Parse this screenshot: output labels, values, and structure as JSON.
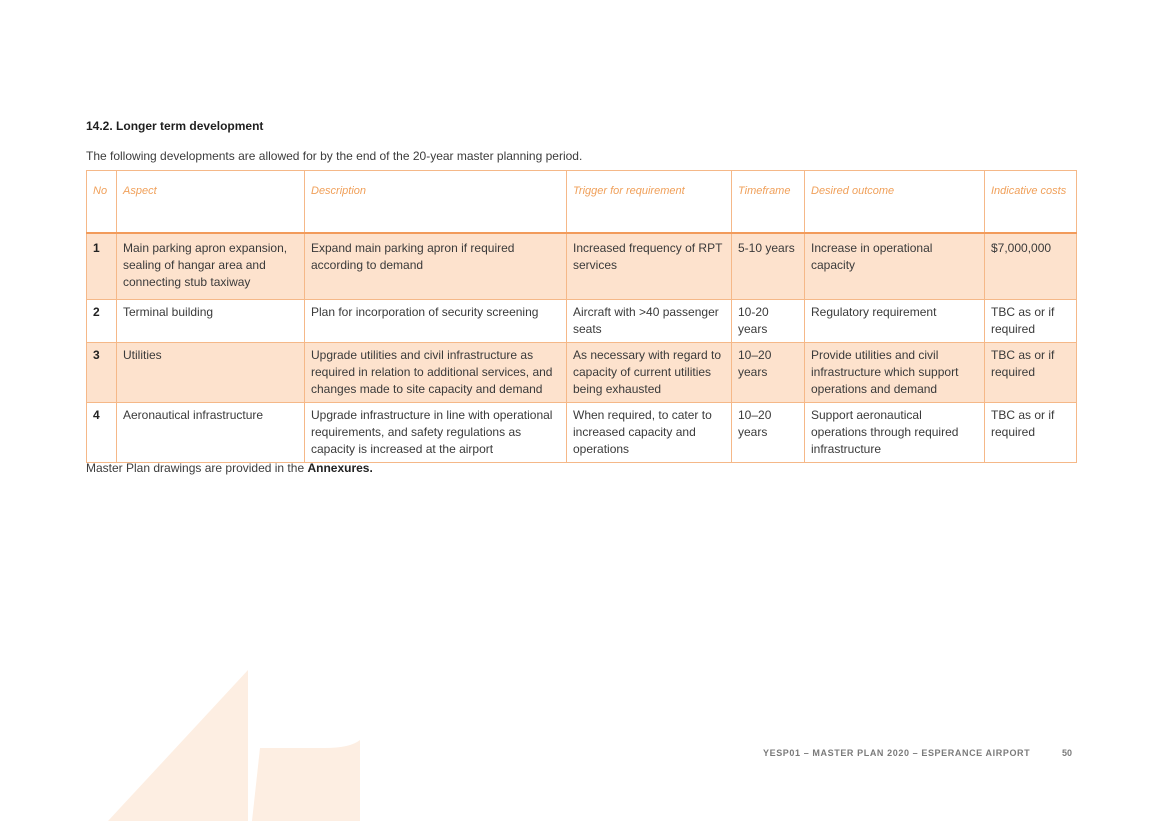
{
  "section": {
    "number": "14.2.",
    "title": "Longer term development"
  },
  "intro": "The following developments are allowed for by the end of the 20-year master planning period.",
  "table": {
    "headers": [
      "No",
      "Aspect",
      "Description",
      "Trigger for requirement",
      "Timeframe",
      "Desired outcome",
      "Indicative costs"
    ],
    "rows": [
      {
        "no": "1",
        "aspect": "Main parking apron expansion, sealing of hangar area and connecting stub taxiway",
        "description": "Expand main parking apron if required according to demand",
        "trigger": "Increased frequency of RPT services",
        "timeframe": "5-10 years",
        "outcome": "Increase in operational capacity",
        "cost": "$7,000,000"
      },
      {
        "no": "2",
        "aspect": "Terminal building",
        "description": "Plan for incorporation of security screening",
        "trigger": "Aircraft with >40 passenger seats",
        "timeframe": "10-20 years",
        "outcome": "Regulatory requirement",
        "cost": "TBC as or if required"
      },
      {
        "no": "3",
        "aspect": "Utilities",
        "description": "Upgrade utilities and civil infrastructure as required in relation to additional services, and changes made to site capacity and demand",
        "trigger": "As necessary with regard to capacity of current utilities being exhausted",
        "timeframe": "10–20 years",
        "outcome": "Provide utilities and civil infrastructure which support operations and demand",
        "cost": "TBC as or if required"
      },
      {
        "no": "4",
        "aspect": "Aeronautical infrastructure",
        "description": "Upgrade infrastructure in line with operational requirements, and safety regulations as capacity is increased at the airport",
        "trigger": "When required, to cater to increased capacity and operations",
        "timeframe": "10–20 years",
        "outcome": "Support aeronautical operations through required infrastructure",
        "cost": "TBC as or if required"
      }
    ]
  },
  "footnote": {
    "text": "Master Plan drawings are provided in the ",
    "link": "Annexures."
  },
  "footer": {
    "doc": "YESP01 – MASTER PLAN 2020 – ESPERANCE AIRPORT",
    "page": "50"
  },
  "colors": {
    "accent": "#f29b5b",
    "row_shade": "#fde2cd",
    "watermark": "#fdeee2"
  }
}
